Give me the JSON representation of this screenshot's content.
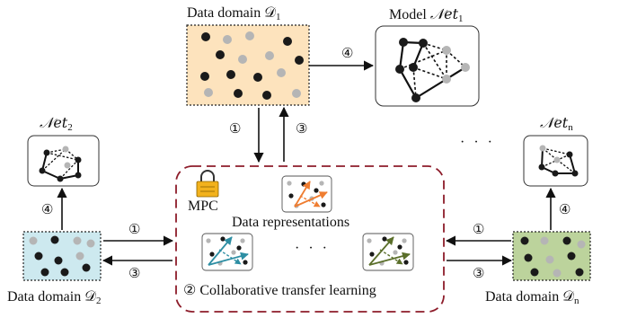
{
  "colors": {
    "domain1_fill": "#fde3bd",
    "domain2_fill": "#cde9ef",
    "domainn_fill": "#bcd39c",
    "frame_border": "#8d1c2a",
    "lock_fill": "#f2b21d",
    "arrow_orange": "#ef7d31",
    "arrow_teal": "#2d8ea3",
    "arrow_olive": "#5b6f2b"
  },
  "labels": {
    "domain1": "Data domain 𝒟",
    "domain1_sub": "1",
    "domain2": "Data domain 𝒟",
    "domain2_sub": "2",
    "domainn": "Data domain 𝒟",
    "domainn_sub": "n",
    "model1_prefix": "Model ",
    "model1": "𝒩et",
    "model1_sub": "1",
    "net2": "𝒩et",
    "net2_sub": "2",
    "netn": "𝒩et",
    "netn_sub": "n",
    "mpc": "MPC",
    "data_representations": "Data representations",
    "collab": "② Collaborative transfer learning",
    "step1": "①",
    "step3": "③",
    "step4": "④",
    "ellipsis": "· · ·"
  },
  "icons": [
    "lock-icon"
  ]
}
